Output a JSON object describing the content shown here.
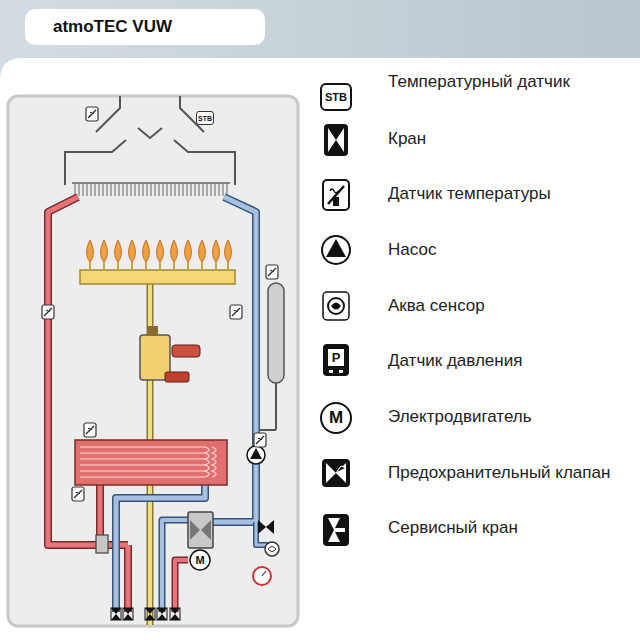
{
  "diagram": {
    "title": "atmoTEC VUW",
    "labels": [
      "STB",
      "M",
      "STB",
      "P",
      "M"
    ],
    "legend": [
      {
        "text": "Температурный датчик"
      },
      {
        "text": "Кран"
      },
      {
        "text": "Датчик  температуры"
      },
      {
        "text": "Насос"
      },
      {
        "text": "Аква сенсор"
      },
      {
        "text": "Датчик  давления"
      },
      {
        "text": "Электродвигатель"
      },
      {
        "text": "Предохранительный клапан"
      },
      {
        "text": "Сервисный кран"
      }
    ]
  }
}
